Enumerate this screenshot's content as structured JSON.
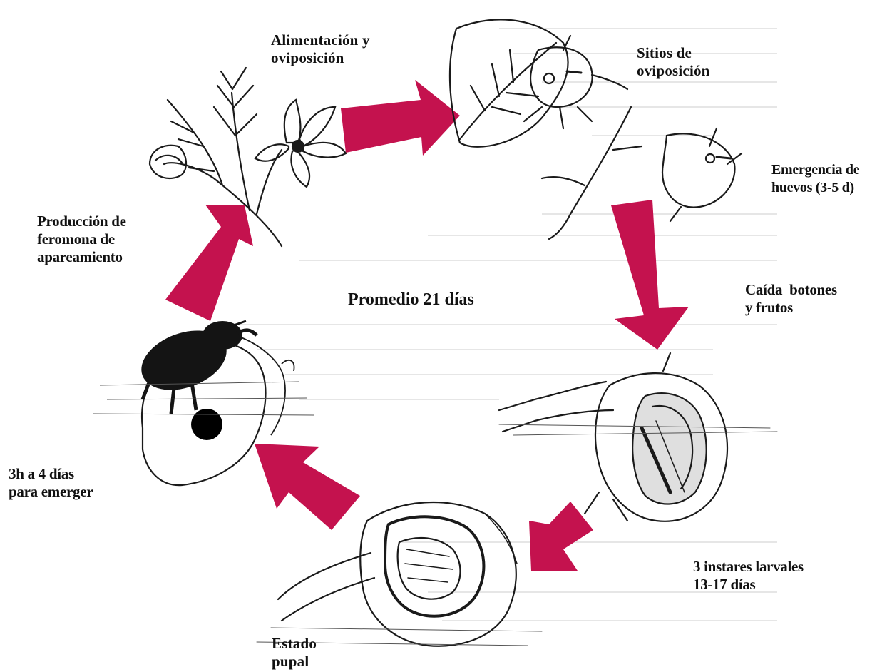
{
  "diagram": {
    "center": "Promedio 21 días",
    "stages": {
      "feeding": {
        "line1": "Alimentación y",
        "line2": "oviposición"
      },
      "oviposition_sites": {
        "line1": "Sitios de",
        "line2": "oviposición"
      },
      "egg_hatch": {
        "line1": "Emergencia de",
        "line2": "huevos (3-5 d)"
      },
      "drop": {
        "line1": "Caída  botones",
        "line2": "y frutos"
      },
      "larval": {
        "line1": "3 instares larvales",
        "line2": "13-17 días"
      },
      "pupal": {
        "line1": "Estado",
        "line2": "pupal"
      },
      "emerge": {
        "line1": "3h a 4 días",
        "line2": "para emerger"
      },
      "pheromone": {
        "line1": "Producción de",
        "line2": "feromona de",
        "line3": "apareamiento"
      }
    },
    "colors": {
      "arrow": "#c4124e",
      "ink": "#1a1a1a",
      "weevil": "#141414",
      "background": "#ffffff"
    },
    "icons": {
      "arrows": "cycle-arrow",
      "illustrations": [
        "plant-flower-icon",
        "oviposition-bud-icon",
        "hatching-egg-icon",
        "dropped-fruit-larva-icon",
        "pupa-in-fruit-icon",
        "weevil-adult-icon"
      ]
    }
  }
}
